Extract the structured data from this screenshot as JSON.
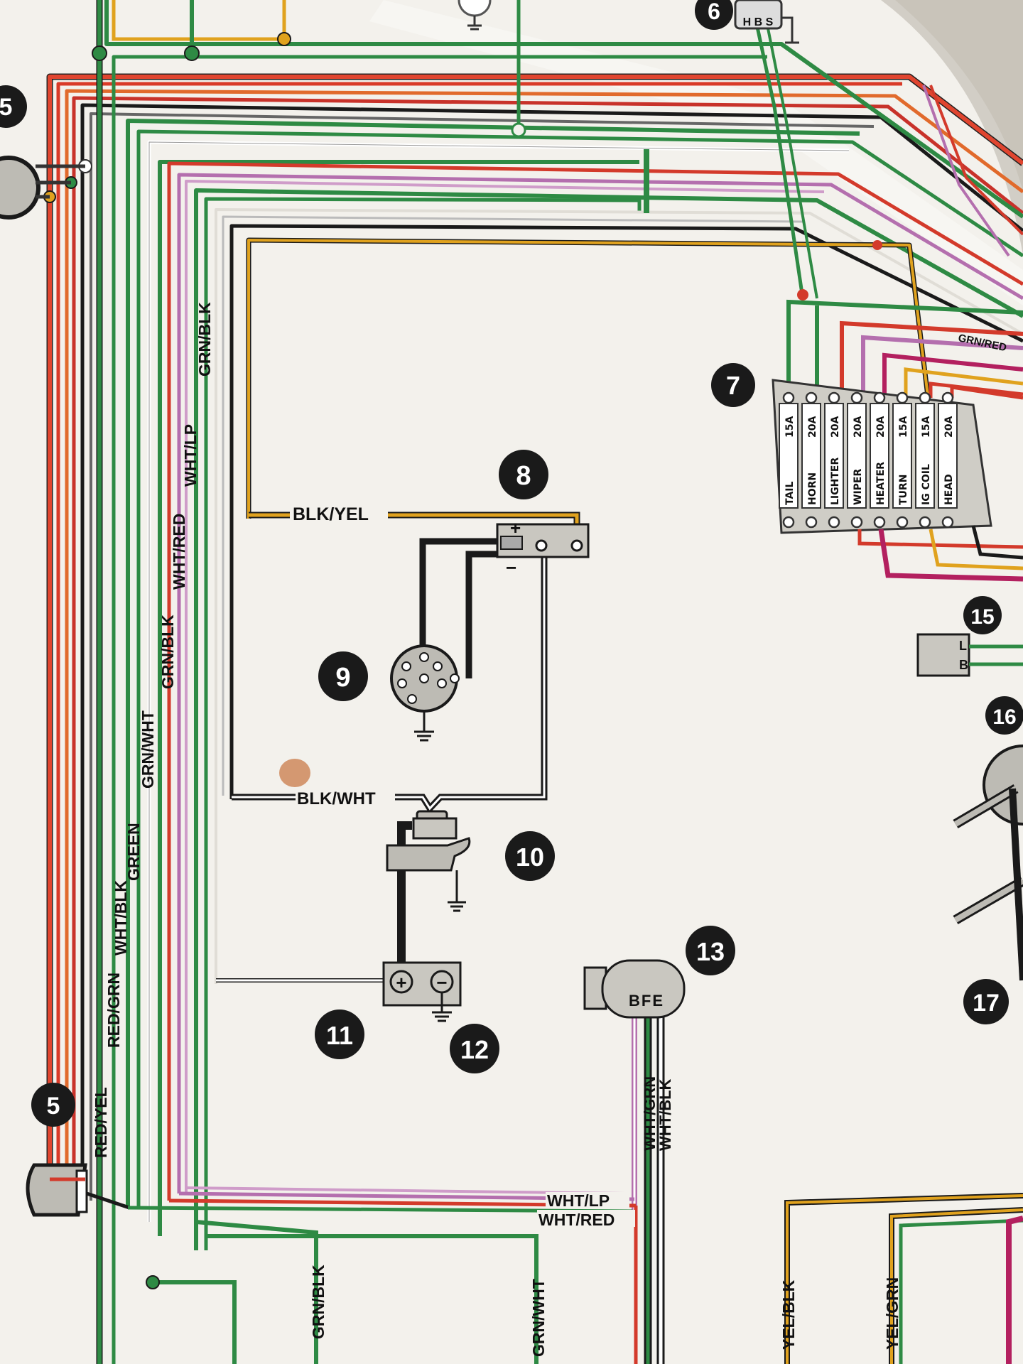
{
  "diagram": {
    "callouts": {
      "c5_top": "5",
      "c5_bottom": "5",
      "c6": "6",
      "c7": "7",
      "c8": "8",
      "c9": "9",
      "c10": "10",
      "c11": "11",
      "c12": "12",
      "c13": "13",
      "c15": "15",
      "c16": "16",
      "c17": "17"
    },
    "top_label": "H B S",
    "wire_labels": {
      "blk_yel": "BLK/YEL",
      "blk_wht": "BLK/WHT",
      "grn_blk_left": "GRN/BLK",
      "wht_lp_left": "WHT/LP",
      "wht_red_left": "WHT/RED",
      "grn_blk_mid": "GRN/BLK",
      "grn_wht_left": "GRN/WHT",
      "green": "GREEN",
      "wht_blk": "WHT/BLK",
      "red_grn": "RED/GRN",
      "red_yel": "RED/YEL",
      "wht_lp_bottom": "WHT/LP",
      "wht_red_bottom": "WHT/RED",
      "grn_blk_bottom": "GRN/BLK",
      "grn_wht_bottom": "GRN/WHT",
      "wht_grn": "WHT/GRN",
      "wht_blk_right": "WHT/BLK",
      "yel_blk": "YEL/BLK",
      "yel_grn": "YEL/GRN",
      "grn_red": "GRN/RED"
    },
    "fuses": [
      {
        "rating": "15A",
        "name": "TAIL"
      },
      {
        "rating": "20A",
        "name": "HORN"
      },
      {
        "rating": "20A",
        "name": "LIGHTER"
      },
      {
        "rating": "20A",
        "name": "WIPER"
      },
      {
        "rating": "20A",
        "name": "HEATER"
      },
      {
        "rating": "15A",
        "name": "TURN"
      },
      {
        "rating": "15A",
        "name": "IG COIL"
      },
      {
        "rating": "20A",
        "name": "HEAD"
      }
    ],
    "component_labels": {
      "plus": "+",
      "minus": "−",
      "switch_13": "BFE",
      "box_15_l": "L",
      "box_15_b": "B"
    },
    "colors": {
      "paper": "#f3f1ec",
      "red": "#d9342b",
      "green": "#2e8a44",
      "black": "#1a1a1a",
      "yellow": "#e0a21e",
      "violet": "#b46fae",
      "magenta": "#b3205f",
      "grey_component": "#bdbbb4"
    }
  }
}
